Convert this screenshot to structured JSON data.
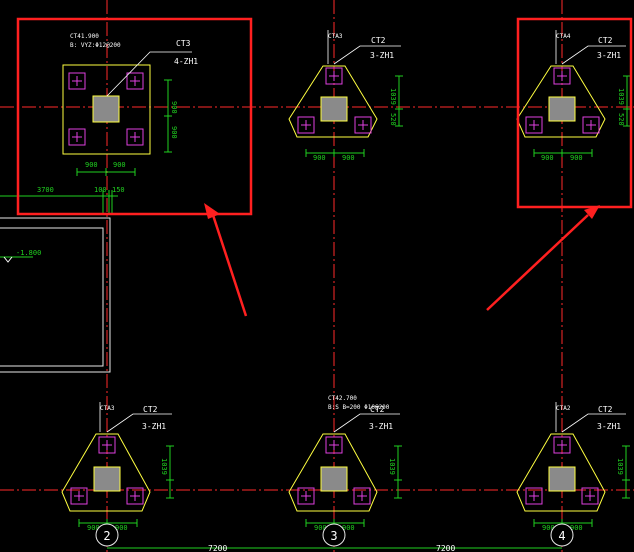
{
  "drawing": {
    "background": "#000000",
    "colors": {
      "axis": "#ff2a2a",
      "outline": "#ffff40",
      "dim": "#20d020",
      "text": "#ffffff",
      "pile": "#e040e0",
      "column": "#8a8a8a",
      "highlight": "#ff2020",
      "frame": "#e8e8e8"
    },
    "caps": {
      "cap1": {
        "mark": "CT3",
        "piles": "4-ZH1",
        "note1": "CT41.900",
        "note2": "B: VYZ:Φ12@200",
        "dim_v1": "900",
        "dim_v2": "900",
        "dim_h1": "900",
        "dim_h2": "900"
      },
      "cap2": {
        "mark": "CT2",
        "piles": "3-ZH1",
        "note1": "CTA3",
        "dim_v1": "1039",
        "dim_v2": "520",
        "dim_h1": "900",
        "dim_h2": "900"
      },
      "cap3": {
        "mark": "CT2",
        "piles": "3-ZH1",
        "note1": "CTA4",
        "dim_v1": "1039",
        "dim_v2": "520",
        "dim_h1": "900",
        "dim_h2": "900"
      },
      "cap4": {
        "mark": "CT2",
        "piles": "3-ZH1",
        "note1": "CTA3",
        "dim_v1": "1039",
        "dim_h1": "900",
        "dim_h2": "900"
      },
      "cap5": {
        "mark": "CT2",
        "piles": "3-ZH1",
        "note1": "CT42.700",
        "note2": "B:S B=200 Φ10@200",
        "dim_v1": "1039",
        "dim_h1": "900",
        "dim_h2": "900"
      },
      "cap6": {
        "mark": "CT2",
        "piles": "3-ZH1",
        "note1": "CTA2",
        "dim_v1": "1039",
        "dim_h1": "900",
        "dim_h2": "900"
      }
    },
    "dims": {
      "d1": "3700",
      "d2": "100",
      "d3": "150",
      "elev": "-1.800"
    },
    "axes": {
      "a2": "2",
      "a3": "3",
      "a4": "4"
    },
    "spans": {
      "s1": "7200",
      "s2": "7200"
    }
  }
}
